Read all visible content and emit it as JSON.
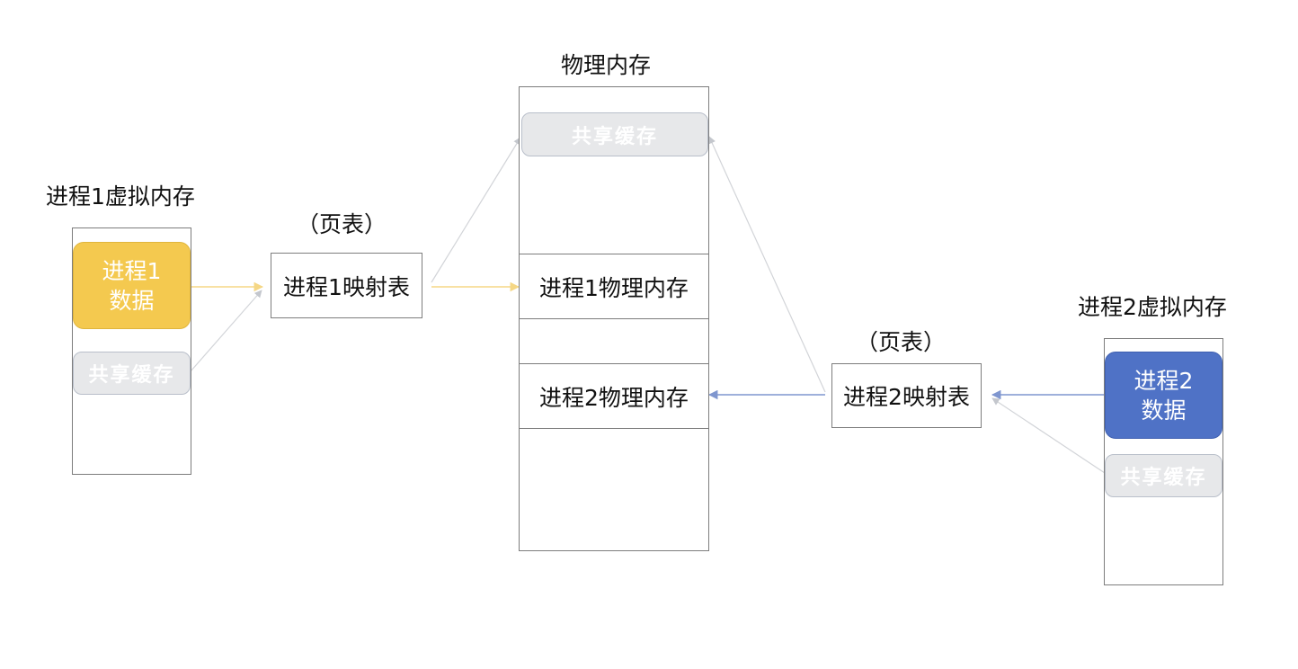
{
  "colors": {
    "process1": "#f4c94f",
    "process2": "#4f72c6",
    "shared_fill": "#e7e8ea",
    "shared_border": "#b9bfca",
    "frame_border": "#7d7d7d",
    "arrow_yellow": "#f5d785",
    "arrow_blue": "#7f96cf",
    "arrow_gray": "#d2d4d8"
  },
  "physical_memory": {
    "title": "物理内存",
    "shared_cache": "共享缓存",
    "process1_region": "进程1物理内存",
    "process2_region": "进程2物理内存"
  },
  "process1": {
    "title": "进程1虚拟内存",
    "data_line1": "进程1",
    "data_line2": "数据",
    "shared_cache": "共享缓存",
    "page_table_caption": "（页表）",
    "page_table": "进程1映射表"
  },
  "process2": {
    "title": "进程2虚拟内存",
    "data_line1": "进程2",
    "data_line2": "数据",
    "shared_cache": "共享缓存",
    "page_table_caption": "（页表）",
    "page_table": "进程2映射表"
  }
}
